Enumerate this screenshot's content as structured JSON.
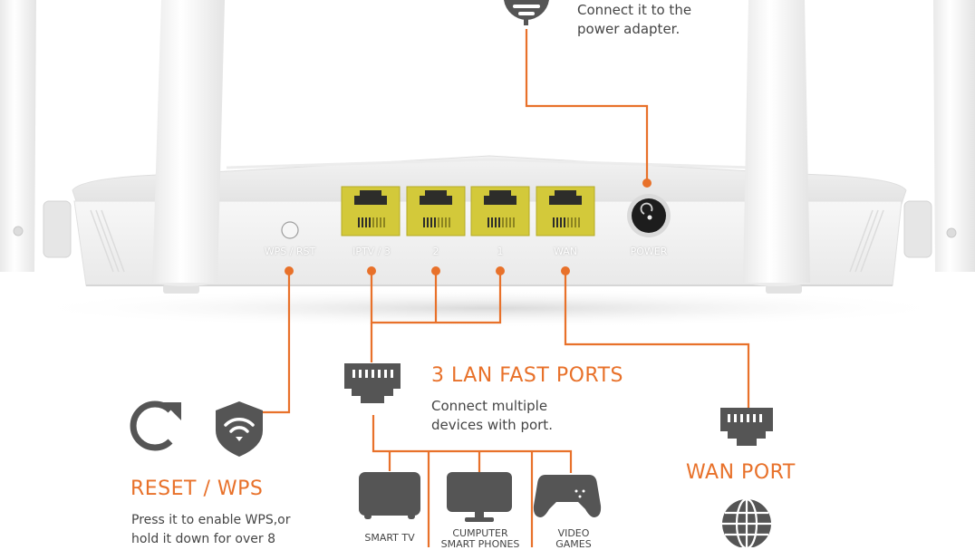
{
  "colors": {
    "accent": "#e8712a",
    "icon_gray": "#555555",
    "port_yellow": "#d3c93a",
    "device_body": "#f1f1f1"
  },
  "power": {
    "description_lines": [
      "Connect it to the",
      "power adapter."
    ],
    "icon": "power-plug-icon"
  },
  "router": {
    "port_labels": {
      "wps_rst": "WPS / RST",
      "iptv3": "IPTV / 3",
      "lan2": "2",
      "lan1": "1",
      "wan": "WAN",
      "power": "POWER"
    }
  },
  "lan": {
    "heading": "3 LAN FAST PORTS",
    "description_lines": [
      "Connect multiple",
      "devices with port."
    ],
    "icon": "ethernet-port-icon",
    "devices": [
      {
        "label_lines": [
          "SMART TV"
        ],
        "icon": "tv-icon"
      },
      {
        "label_lines": [
          "CUMPUTER",
          "SMART PHONES"
        ],
        "icon": "monitor-icon"
      },
      {
        "label_lines": [
          "VIDEO",
          "GAMES"
        ],
        "icon": "gamepad-icon"
      }
    ]
  },
  "reset": {
    "heading": "RESET / WPS",
    "description_lines": [
      "Press it to enable WPS,or",
      "hold it down for over 8"
    ],
    "icons": [
      "reset-icon",
      "wifi-shield-icon"
    ]
  },
  "wan": {
    "heading": "WAN PORT",
    "icons": [
      "ethernet-port-icon",
      "globe-icon"
    ]
  }
}
